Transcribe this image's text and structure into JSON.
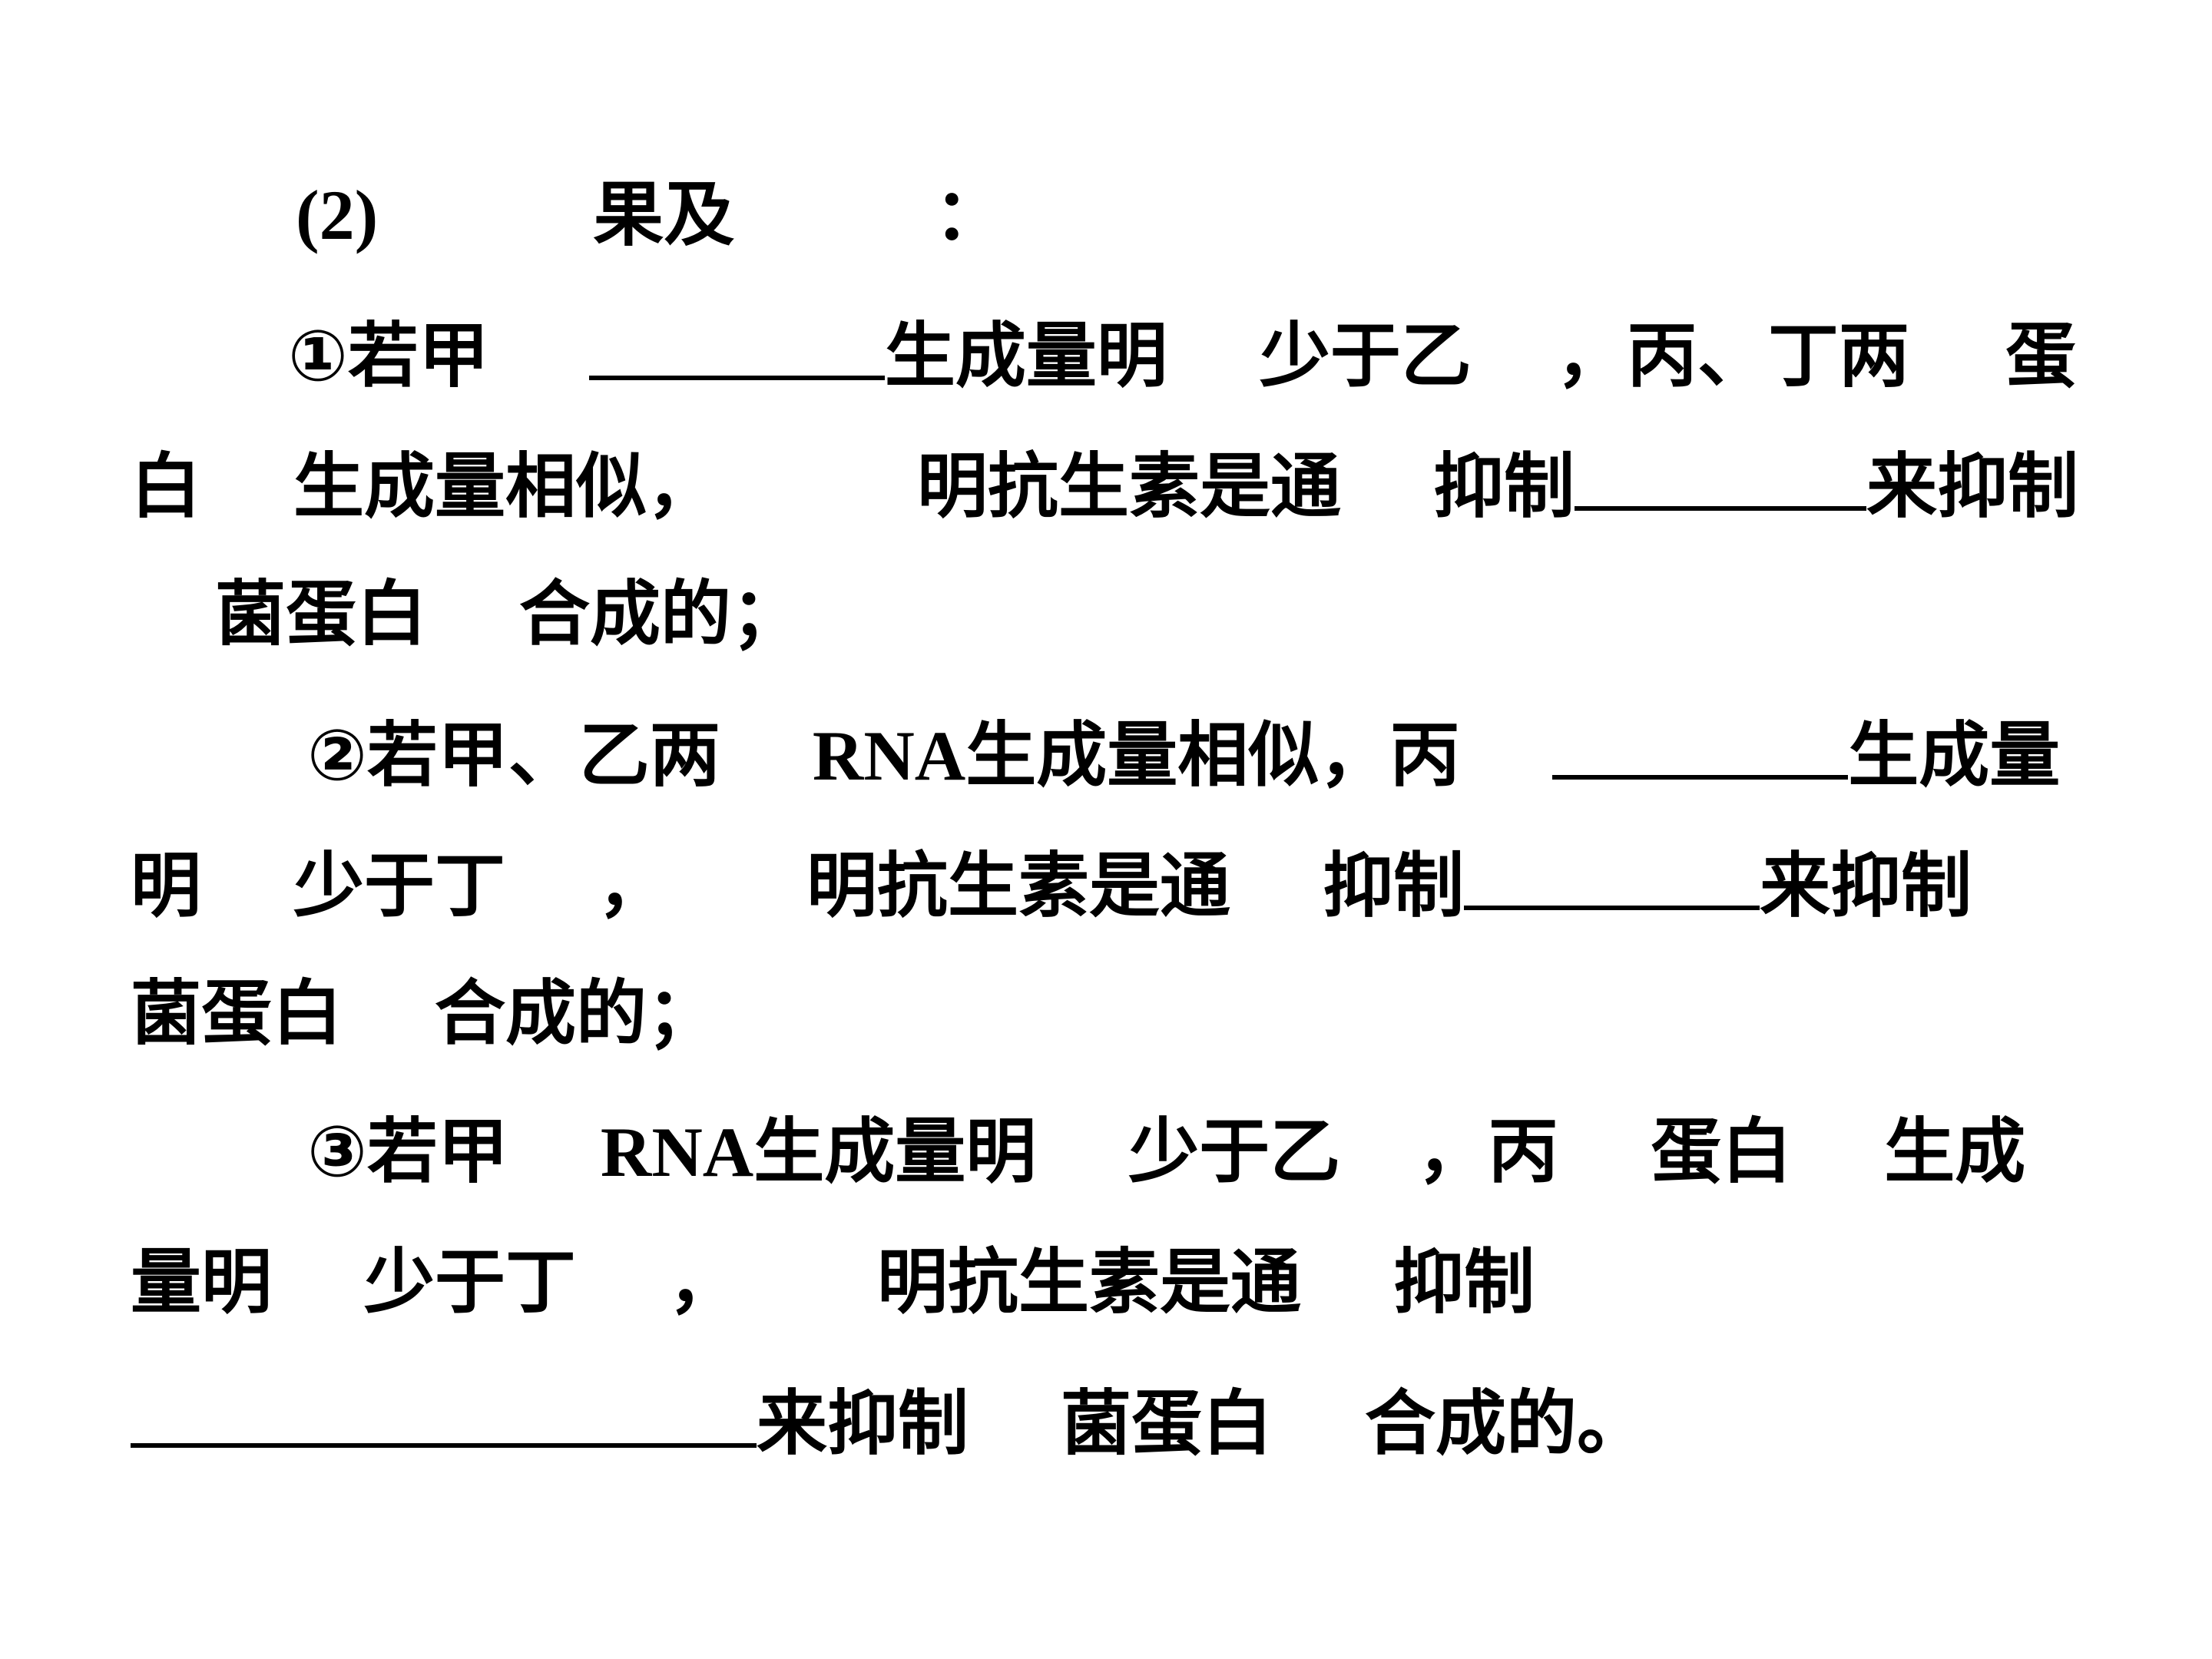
{
  "heading": {
    "number": "(2)",
    "text1": "果及",
    "colon": "："
  },
  "item1": {
    "line1_a": "①若甲",
    "line1_b": "生成量明",
    "line1_c": "少于乙",
    "line1_d": "，丙、丁两",
    "line1_e": "蛋",
    "line2_a": "白",
    "line2_b": "生成量相似，",
    "line2_c": "明抗生素是通",
    "line2_d": "抑制",
    "line2_e": "来抑制",
    "line3_a": "菌蛋白",
    "line3_b": "合成的；"
  },
  "item2": {
    "line1_a": "②若甲、乙两",
    "line1_rna": "RNA",
    "line1_b": "生成量相似，丙",
    "line1_c": "生成量",
    "line2_a": "明",
    "line2_b": "少于丁",
    "line2_c": "，",
    "line2_d": "明抗生素是通",
    "line2_e": "抑制",
    "line2_f": "来抑制",
    "line3_a": "菌蛋白",
    "line3_b": "合成的；"
  },
  "item3": {
    "line1_a": "③若甲",
    "line1_rna": "RNA",
    "line1_b": "生成量明",
    "line1_c": "少于乙",
    "line1_d": "，丙",
    "line1_e": "蛋白",
    "line1_f": "生成",
    "line2_a": "量明",
    "line2_b": "少于丁",
    "line2_c": "，",
    "line2_d": "明抗生素是通",
    "line2_e": "抑制",
    "line3_a": "来抑制",
    "line3_b": "菌蛋白",
    "line3_c": "合成的。"
  }
}
